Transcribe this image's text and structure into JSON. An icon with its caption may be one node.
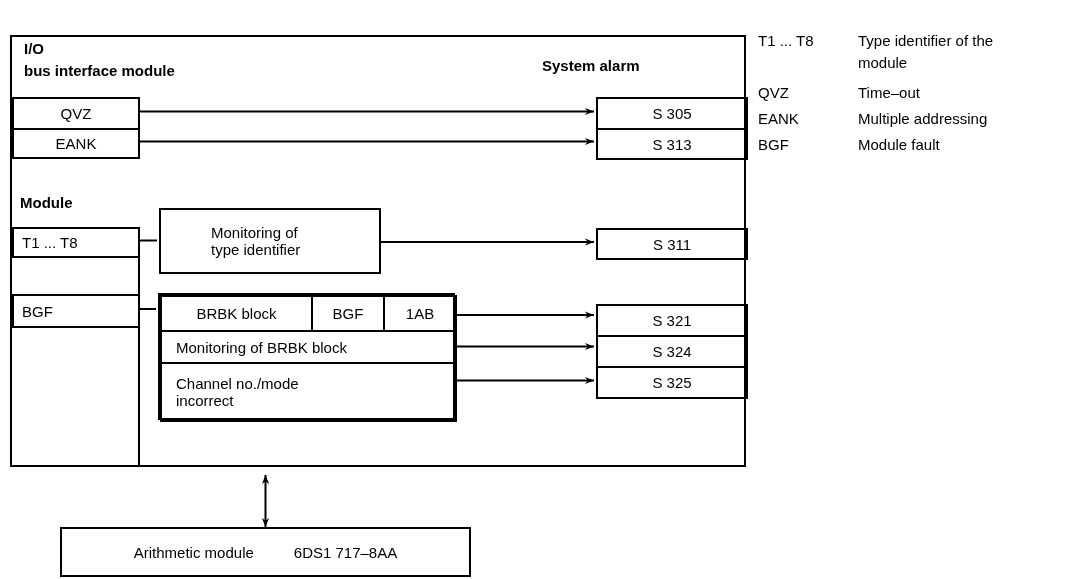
{
  "diagram": {
    "nodes": [
      {
        "text": [
          "I/O",
          "bus interface module",
          "Module",
          "System alarm"
        ]
      },
      {
        "text": [
          "QVZ"
        ],
        "in": 0
      },
      {
        "text": [
          "EANK"
        ],
        "in": 0
      },
      {
        "text": [
          "T1 ... T8"
        ],
        "in": 0
      },
      {
        "text": [
          "BGF"
        ],
        "in": 0
      },
      {
        "text": [
          "Monitoring of type identifier"
        ],
        "in": 0
      },
      {
        "text": [],
        "shape": "box",
        "in": 0
      },
      {
        "text": [
          "BRBK block"
        ],
        "in": 6
      },
      {
        "text": [
          "BGF"
        ],
        "in": 6
      },
      {
        "text": [
          "1AB"
        ],
        "in": 6
      },
      {
        "text": [
          "Monitoring of BRBK block"
        ],
        "in": 6
      },
      {
        "text": [
          "Channel no./mode incorrect"
        ],
        "in": 6
      },
      {
        "text": [
          "S 305"
        ],
        "in": 0
      },
      {
        "text": [
          "S 313"
        ],
        "in": 0
      },
      {
        "text": [
          "S 311"
        ],
        "in": 0
      },
      {
        "text": [
          "S 321"
        ],
        "in": 0
      },
      {
        "text": [
          "S 324"
        ],
        "in": 0
      },
      {
        "text": [
          "S 325"
        ],
        "in": 0
      },
      {
        "text": [
          "Arithmetic module",
          "6DS1 717–8AA"
        ]
      }
    ],
    "edges": [
      {
        "from": 1,
        "to": 12,
        "arrow": "to"
      },
      {
        "from": 2,
        "to": 13,
        "arrow": "to"
      },
      {
        "from": 3,
        "to": 5,
        "arrow": "none"
      },
      {
        "from": 5,
        "to": 14,
        "arrow": "to"
      },
      {
        "from": 4,
        "to": 6,
        "arrow": "none"
      },
      {
        "from": 9,
        "to": 15,
        "arrow": "to"
      },
      {
        "from": 10,
        "to": 16,
        "arrow": "to"
      },
      {
        "from": 11,
        "to": 17,
        "arrow": "to"
      },
      {
        "from": 0,
        "to": 18,
        "arrow": "both"
      }
    ],
    "labels": [
      "T1 ... T8",
      "Type identifier of the module",
      "QVZ",
      "Time–out",
      "EANK",
      "Multiple addressing",
      "BGF",
      "Module fault"
    ]
  }
}
